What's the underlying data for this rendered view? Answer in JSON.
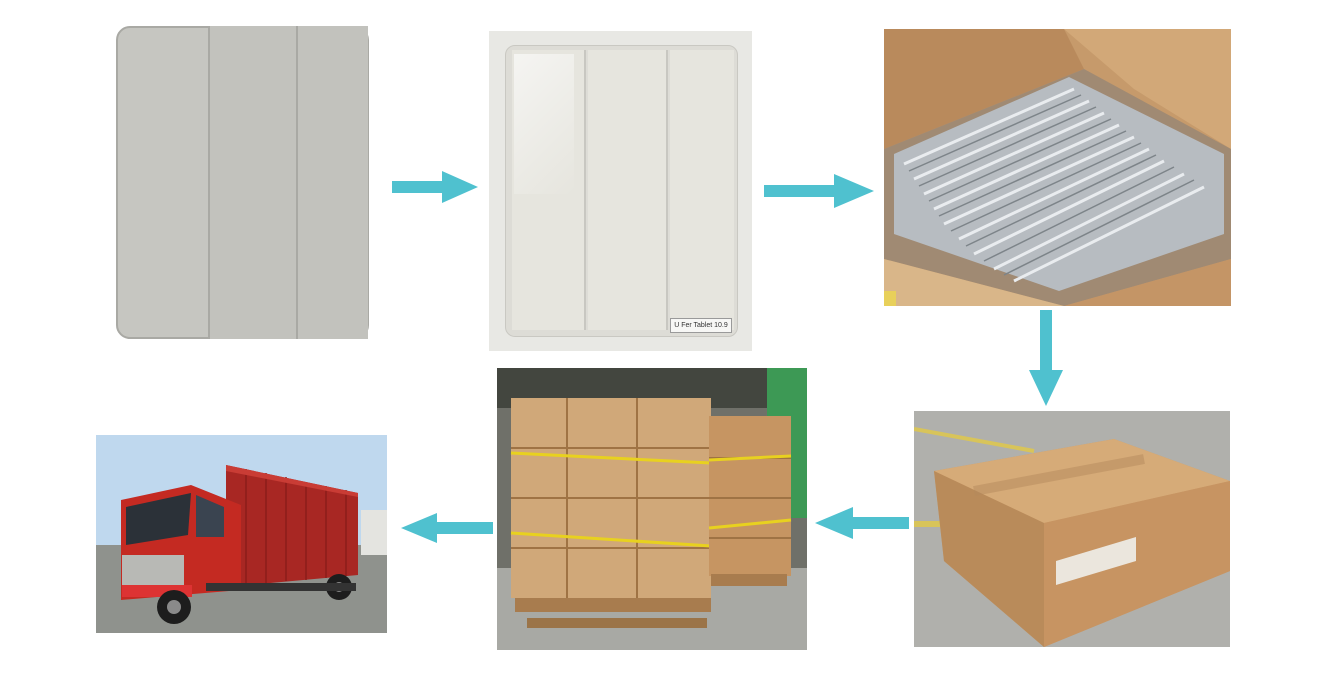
{
  "diagram": {
    "steps": [
      {
        "id": "tablet-case",
        "label": ""
      },
      {
        "id": "bagged-case",
        "label": "",
        "bag_label_text": "U Fer Tablet 10.9"
      },
      {
        "id": "open-carton",
        "label": ""
      },
      {
        "id": "sealed-carton",
        "label": ""
      },
      {
        "id": "palletized-cartons",
        "label": ""
      },
      {
        "id": "truck-shipping",
        "label": ""
      }
    ],
    "arrow_color": "#4fc1cf",
    "flow": [
      "right",
      "right",
      "down",
      "left",
      "left"
    ]
  }
}
